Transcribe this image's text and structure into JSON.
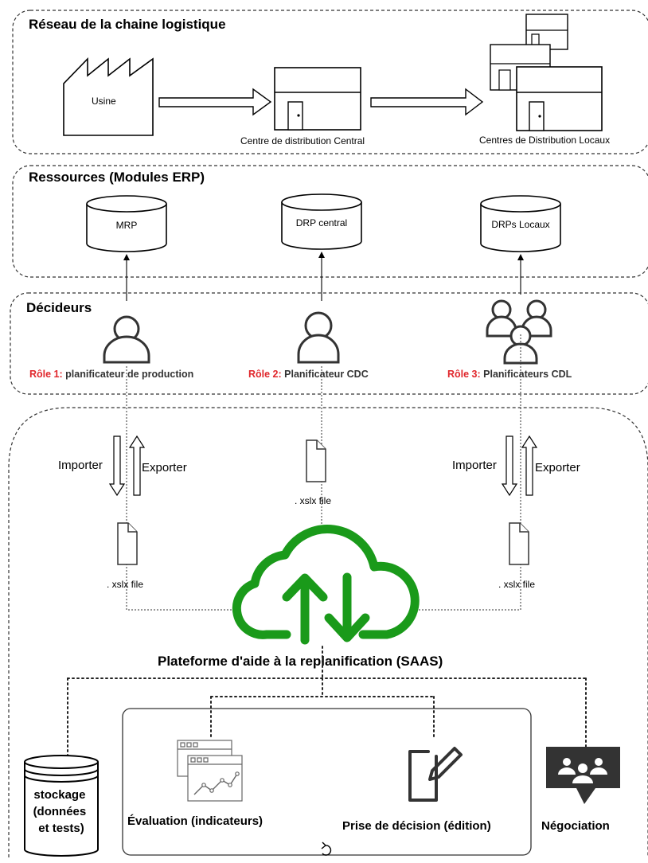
{
  "sections": {
    "network": {
      "title": "Réseau de la chaine logistique",
      "factory_label": "Usine",
      "central_dc_label": "Centre de distribution Central",
      "local_dc_label": "Centres de Distribution Locaux"
    },
    "resources": {
      "title": "Ressources (Modules ERP)",
      "databases": [
        "MRP",
        "DRP central",
        "DRPs Locaux"
      ]
    },
    "deciders": {
      "title": "Décideurs",
      "roles": [
        {
          "prefix": "Rôle 1:",
          "text": " planificateur de production"
        },
        {
          "prefix": "Rôle 2:",
          "text": " Planificateur CDC"
        },
        {
          "prefix": "Rôle 3:",
          "text": " Planificateurs CDL"
        }
      ]
    },
    "platform": {
      "import_label": "Importer",
      "export_label": "Exporter",
      "file_label": ". xslx file",
      "title": "Plateforme d'aide à la replanification (SAAS)",
      "modules": {
        "storage": [
          "stockage",
          "(données",
          "et tests)"
        ],
        "evaluation": "Évaluation (indicateurs)",
        "decision": "Prise de décision (édition)",
        "negotiation": "Négociation"
      }
    }
  },
  "colors": {
    "role_prefix": "#e0262b",
    "role_text": "#333333",
    "cloud": "#1a9a1a",
    "icon_dark": "#333333",
    "dashed_border": "#333333"
  },
  "icons": [
    "factory-icon",
    "warehouse-icon",
    "database-icon",
    "user-icon",
    "group-icon",
    "file-icon",
    "cloud-sync-icon",
    "dashboard-chart-icon",
    "edit-icon",
    "negotiation-icon",
    "refresh-icon"
  ]
}
